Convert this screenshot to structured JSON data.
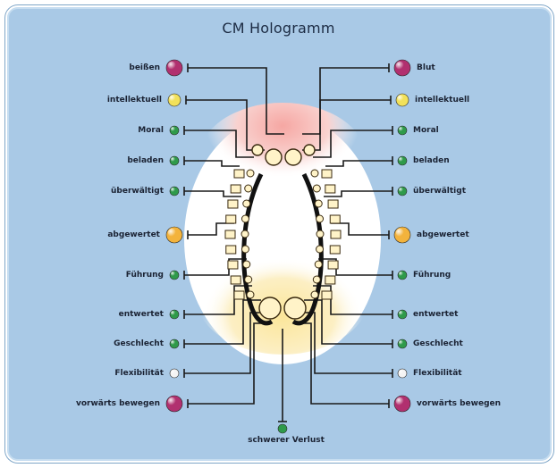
{
  "title": "CM Hologramm",
  "colors": {
    "background": "#a9c9e6",
    "magenta": "#b1306f",
    "yellow": "#f2e15a",
    "green": "#2f9a4a",
    "orange": "#f3b33c",
    "white": "#f4f4f4",
    "line": "#1a1a1a"
  },
  "left_labels": [
    {
      "text": "beißen",
      "color": "magenta"
    },
    {
      "text": "intellektuell",
      "color": "yellow"
    },
    {
      "text": "Moral",
      "color": "green"
    },
    {
      "text": "beladen",
      "color": "green"
    },
    {
      "text": "überwältigt",
      "color": "green"
    },
    {
      "text": "abgewertet",
      "color": "orange"
    },
    {
      "text": "Führung",
      "color": "green"
    },
    {
      "text": "entwertet",
      "color": "green"
    },
    {
      "text": "Geschlecht",
      "color": "green"
    },
    {
      "text": "Flexibilität",
      "color": "white"
    },
    {
      "text": "vorwärts bewegen",
      "color": "magenta"
    }
  ],
  "right_labels": [
    {
      "text": "Blut",
      "color": "magenta"
    },
    {
      "text": "intellektuell",
      "color": "yellow"
    },
    {
      "text": "Moral",
      "color": "green"
    },
    {
      "text": "beladen",
      "color": "green"
    },
    {
      "text": "überwältigt",
      "color": "green"
    },
    {
      "text": "abgewertet",
      "color": "orange"
    },
    {
      "text": "Führung",
      "color": "green"
    },
    {
      "text": "entwertet",
      "color": "green"
    },
    {
      "text": "Geschlecht",
      "color": "green"
    },
    {
      "text": "Flexibilität",
      "color": "white"
    },
    {
      "text": "vorwärts bewegen",
      "color": "magenta"
    }
  ],
  "bottom": {
    "text": "schwerer Verlust",
    "color": "green"
  }
}
